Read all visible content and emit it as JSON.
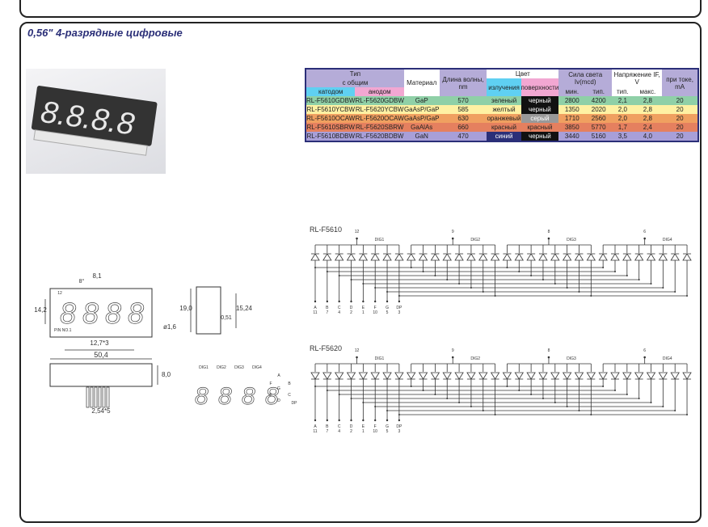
{
  "title": "0,56\" 4-разрядные цифровые",
  "table": {
    "h_type": "Тип",
    "h_common": "с общим",
    "h_cathode": "катодом",
    "h_anode": "анодом",
    "h_material": "Материал",
    "h_wave": "Длина волны, nm",
    "h_color": "Цвет",
    "h_emit": "излучения",
    "h_surface": "поверхности",
    "h_lum": "Сила света Iv(mcd)",
    "h_min": "мин.",
    "h_typ": "тип.",
    "h_volt": "Напряжение IF, V",
    "h_vtyp": "тип.",
    "h_vmax": "макс.",
    "h_cur": "при токе, mA",
    "rows": [
      {
        "cls": "g",
        "cath": "RL-F5610GDBW",
        "anode": "RL-F5620GDBW",
        "mat": "GaP",
        "wave": "570",
        "emit": "зеленый",
        "surf": "черный",
        "min": "2800",
        "typ": "4200",
        "vtyp": "2,1",
        "vmax": "2,8",
        "ma": "20"
      },
      {
        "cls": "y",
        "cath": "RL-F5610YCBW",
        "anode": "RL-F5620YCBW",
        "mat": "GaAsP/GaP",
        "wave": "585",
        "emit": "желтый",
        "surf": "черный",
        "min": "1350",
        "typ": "2020",
        "vtyp": "2,0",
        "vmax": "2,8",
        "ma": "20"
      },
      {
        "cls": "o",
        "cath": "RL-F5610OCAW",
        "anode": "RL-F5620OCAW",
        "mat": "GaAsP/GaP",
        "wave": "630",
        "emit": "оранжевый",
        "surf": "серый",
        "min": "1710",
        "typ": "2560",
        "vtyp": "2,0",
        "vmax": "2,8",
        "ma": "20"
      },
      {
        "cls": "r",
        "cath": "RL-F5610SBRW",
        "anode": "RL-F5620SBRW",
        "mat": "GaAlAs",
        "wave": "660",
        "emit": "красный",
        "surf": "красный",
        "min": "3850",
        "typ": "5770",
        "vtyp": "1,7",
        "vmax": "2,4",
        "ma": "20"
      },
      {
        "cls": "b",
        "cath": "RL-F5610BDBW",
        "anode": "RL-F5620BDBW",
        "mat": "GaN",
        "wave": "470",
        "emit": "синий",
        "surf": "черный",
        "min": "3440",
        "typ": "5160",
        "vtyp": "3,5",
        "vmax": "4,0",
        "ma": "20"
      }
    ]
  },
  "schematics": [
    {
      "name": "RL-F5610",
      "common": [
        "12",
        "9",
        "8",
        "6"
      ],
      "digits": [
        "DIG1",
        "DIG2",
        "DIG3",
        "DIG4"
      ]
    },
    {
      "name": "RL-F5620",
      "common": [
        "12",
        "9",
        "8",
        "6"
      ],
      "digits": [
        "DIG1",
        "DIG2",
        "DIG3",
        "DIG4"
      ]
    }
  ],
  "segments": [
    "A",
    "B",
    "C",
    "D",
    "E",
    "F",
    "G",
    "DP"
  ],
  "seg_pins": [
    "11",
    "7",
    "4",
    "2",
    "1",
    "10",
    "5",
    "3"
  ],
  "dims": {
    "w": "50,4",
    "h": "8,0",
    "pitch": "2,54*5",
    "digit_pitch": "12,7*3",
    "height": "14,2",
    "seg_w": "8,1",
    "angle": "8°",
    "hole": "ø1,6",
    "side_h": "19,0",
    "pin_span": "15,24",
    "pin_w": "0,51",
    "pin1": "PIN NO.1",
    "pin12": "12"
  },
  "digit_labels": [
    "DIG1",
    "DIG2",
    "DIG3",
    "DIG4"
  ],
  "seg_letters": [
    "A",
    "B",
    "C",
    "D",
    "E",
    "F",
    "G",
    "DP"
  ]
}
